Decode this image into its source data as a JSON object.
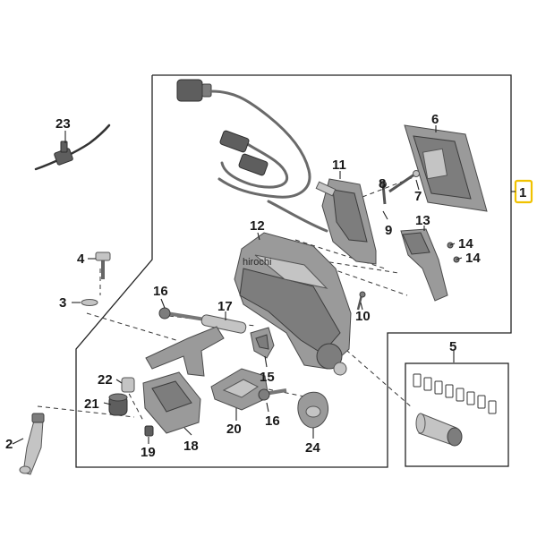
{
  "watermark": "hirochi",
  "callouts": [
    "1",
    "2",
    "3",
    "4",
    "5",
    "6",
    "7",
    "8",
    "9",
    "10",
    "11",
    "12",
    "13",
    "14",
    "14",
    "15",
    "16",
    "16",
    "17",
    "18",
    "19",
    "20",
    "21",
    "22",
    "23",
    "24"
  ],
  "colors": {
    "highlight": "#f0c200",
    "part": "#9a9a9a",
    "outline": "#222222"
  }
}
